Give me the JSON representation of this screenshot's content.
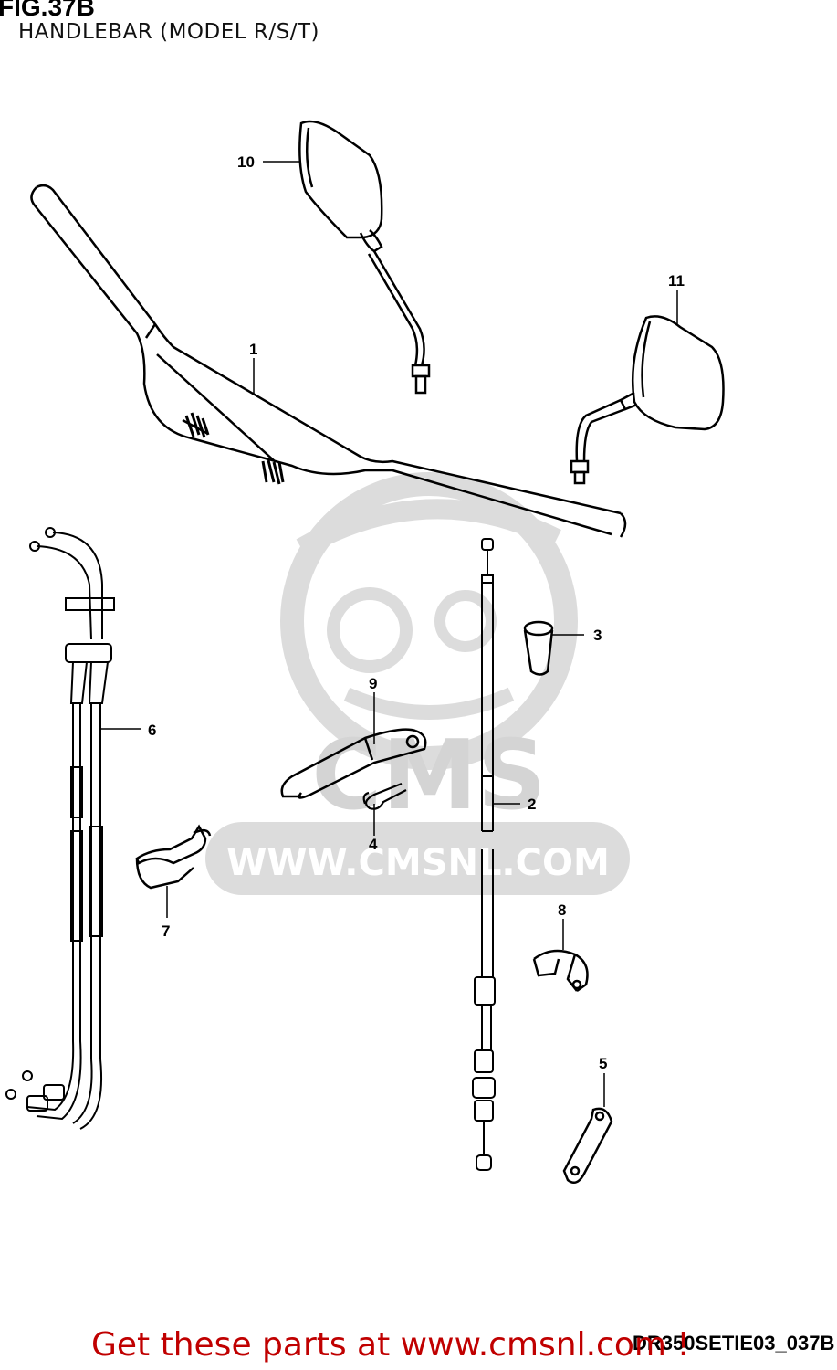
{
  "figure": {
    "title": "FIG.37B",
    "subtitle": "HANDLEBAR (MODEL R/S/T)"
  },
  "callouts": {
    "c1": "1",
    "c2": "2",
    "c3": "3",
    "c4": "4",
    "c5": "5",
    "c6": "6",
    "c7": "7",
    "c8": "8",
    "c9": "9",
    "c10": "10",
    "c11": "11"
  },
  "watermark": {
    "brand": "CMS",
    "url": "WWW.CMSNL.COM"
  },
  "footer": {
    "code": "DR350SETIE03_037B",
    "link": "Get these parts at www.cmsnl.com !"
  },
  "colors": {
    "line": "#000000",
    "watermark": "#d9d9d9",
    "link": "#c00000"
  }
}
